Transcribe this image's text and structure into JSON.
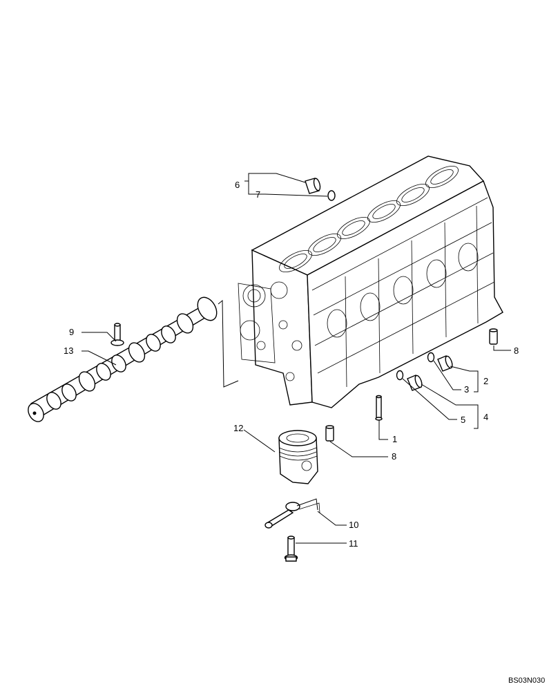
{
  "callouts": {
    "c1": "1",
    "c2": "2",
    "c3": "3",
    "c4": "4",
    "c5": "5",
    "c6": "6",
    "c7": "7",
    "c8a": "8",
    "c8b": "8",
    "c9": "9",
    "c10": "10",
    "c11": "11",
    "c12": "12",
    "c13": "13"
  },
  "drawing_code": "BS03N030"
}
